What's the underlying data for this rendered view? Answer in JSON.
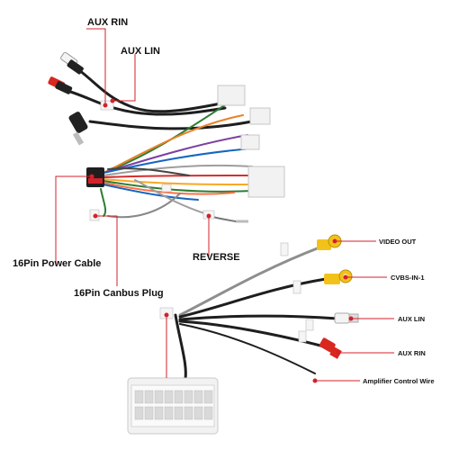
{
  "labels": {
    "aux_rin_top": "AUX RIN",
    "aux_lin_top": "AUX LIN",
    "power_cable": "16Pin Power Cable",
    "canbus_plug": "16Pin Canbus Plug",
    "reverse": "REVERSE",
    "video_out": "VIDEO OUT",
    "cvbs_in": "CVBS-IN-1",
    "aux_lin_right": "AUX LIN",
    "aux_rin_right": "AUX RIN",
    "amp_wire": "Amplifier Control Wire"
  },
  "colors": {
    "callout_red": "#d3222a",
    "rca_yellow": "#f2c21b",
    "rca_red": "#d8281f",
    "rca_white": "#f4f4f4",
    "cable_black": "#1e1e1e",
    "cable_grey": "#8e8e8e",
    "connector_white": "#f2f2f2"
  }
}
